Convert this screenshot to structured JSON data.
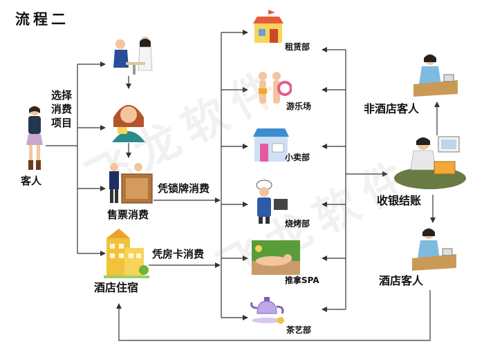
{
  "title": "流程二",
  "watermark": "飞龙软件",
  "nodes": {
    "guest": "客人",
    "select_step": [
      "选择",
      "消费",
      "项目"
    ],
    "ticket": "售票消费",
    "hotel": "酒店住宿",
    "lock_card": "凭锁牌消费",
    "room_card": "凭房卡消费",
    "rental": "租赁部",
    "playground": "游乐场",
    "shop": "小卖部",
    "bbq": "烧烤部",
    "spa": "推拿SPA",
    "tea": "茶艺部",
    "checkout": "收银结账",
    "non_hotel_guest": "非酒店客人",
    "hotel_guest": "酒店客人"
  },
  "icons": [
    "service-desk-icon",
    "receptionist-icon",
    "ticket-counter-icon",
    "hotel-building-icon",
    "rental-shop-icon",
    "swimmers-icon",
    "store-icon",
    "chef-icon",
    "spa-icon",
    "teapot-icon",
    "cashier-icon",
    "clerk-icon",
    "guest-person-icon"
  ],
  "colors": {
    "line": "#333333",
    "skin": "#f3c59e",
    "accent": "#2a6cc8"
  }
}
